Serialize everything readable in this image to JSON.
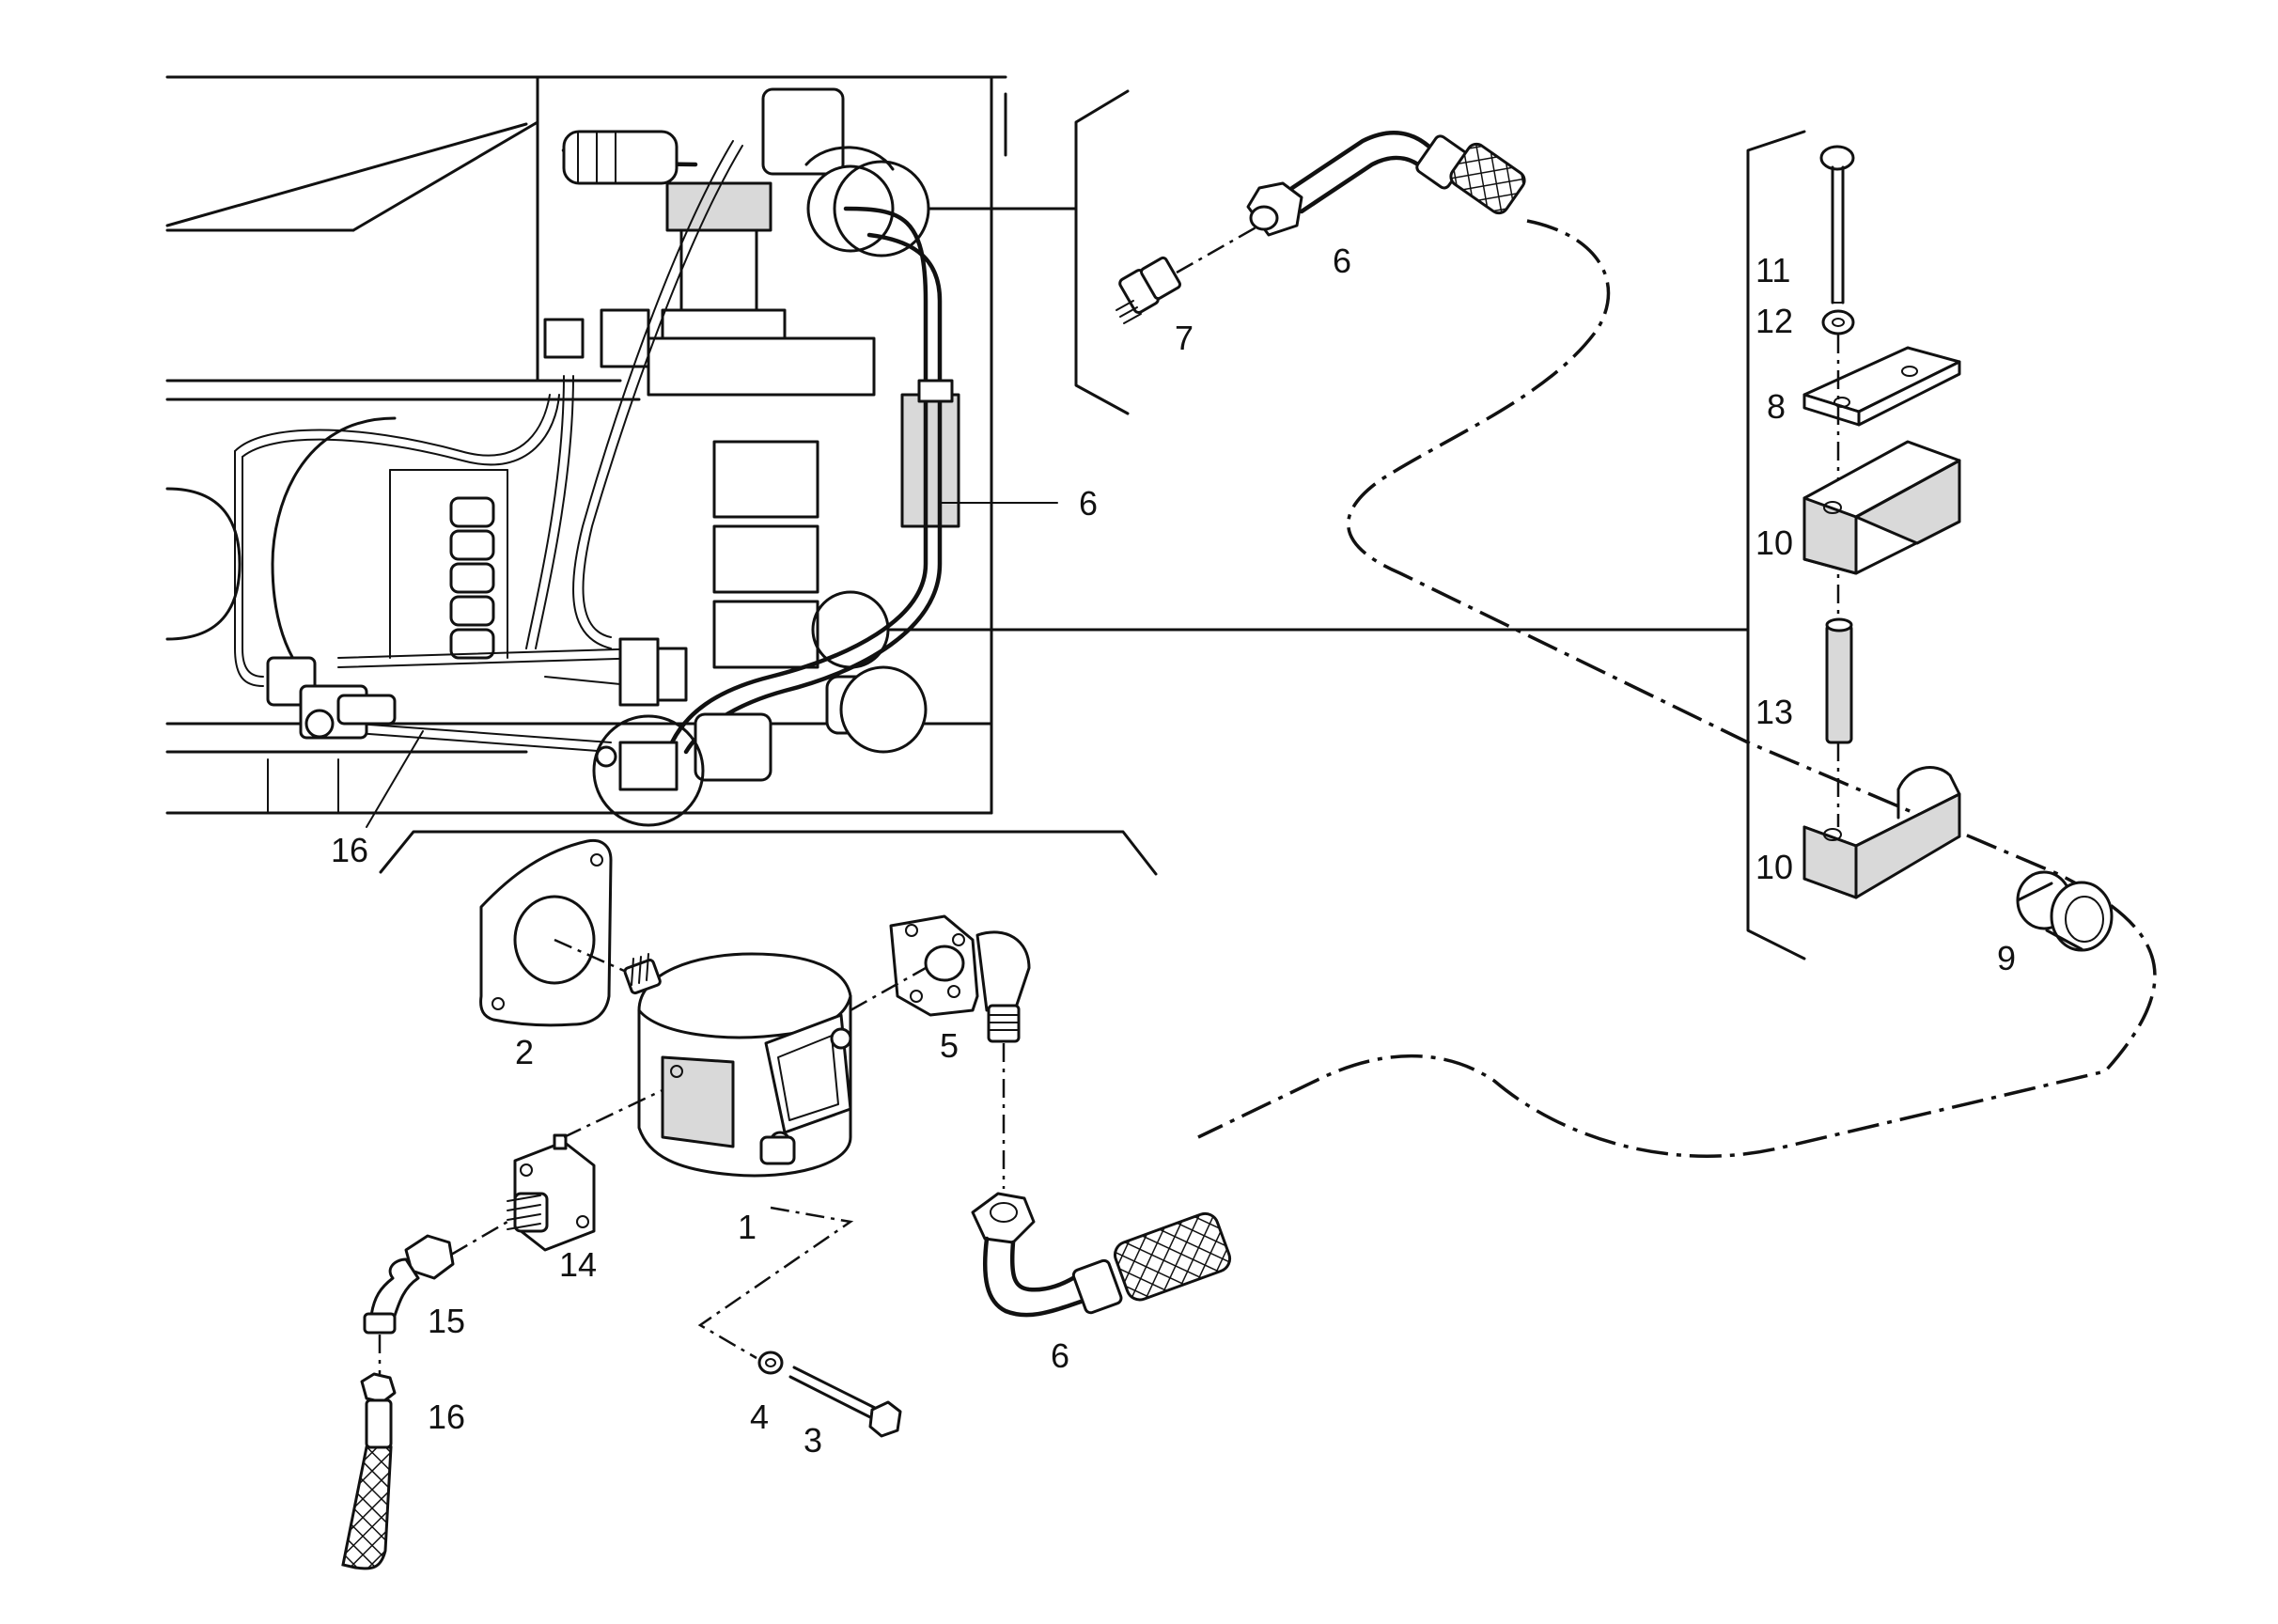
{
  "callouts": {
    "c1": "1",
    "c2": "2",
    "c3": "3",
    "c4": "4",
    "c5": "5",
    "c6_top": "6",
    "c6_mid": "6",
    "c6_bottom": "6",
    "c7": "7",
    "c8": "8",
    "c9": "9",
    "c10_top": "10",
    "c10_bottom": "10",
    "c11": "11",
    "c12": "12",
    "c13": "13",
    "c14": "14",
    "c15": "15",
    "c16_overview": "16",
    "c16_bottom": "16"
  }
}
